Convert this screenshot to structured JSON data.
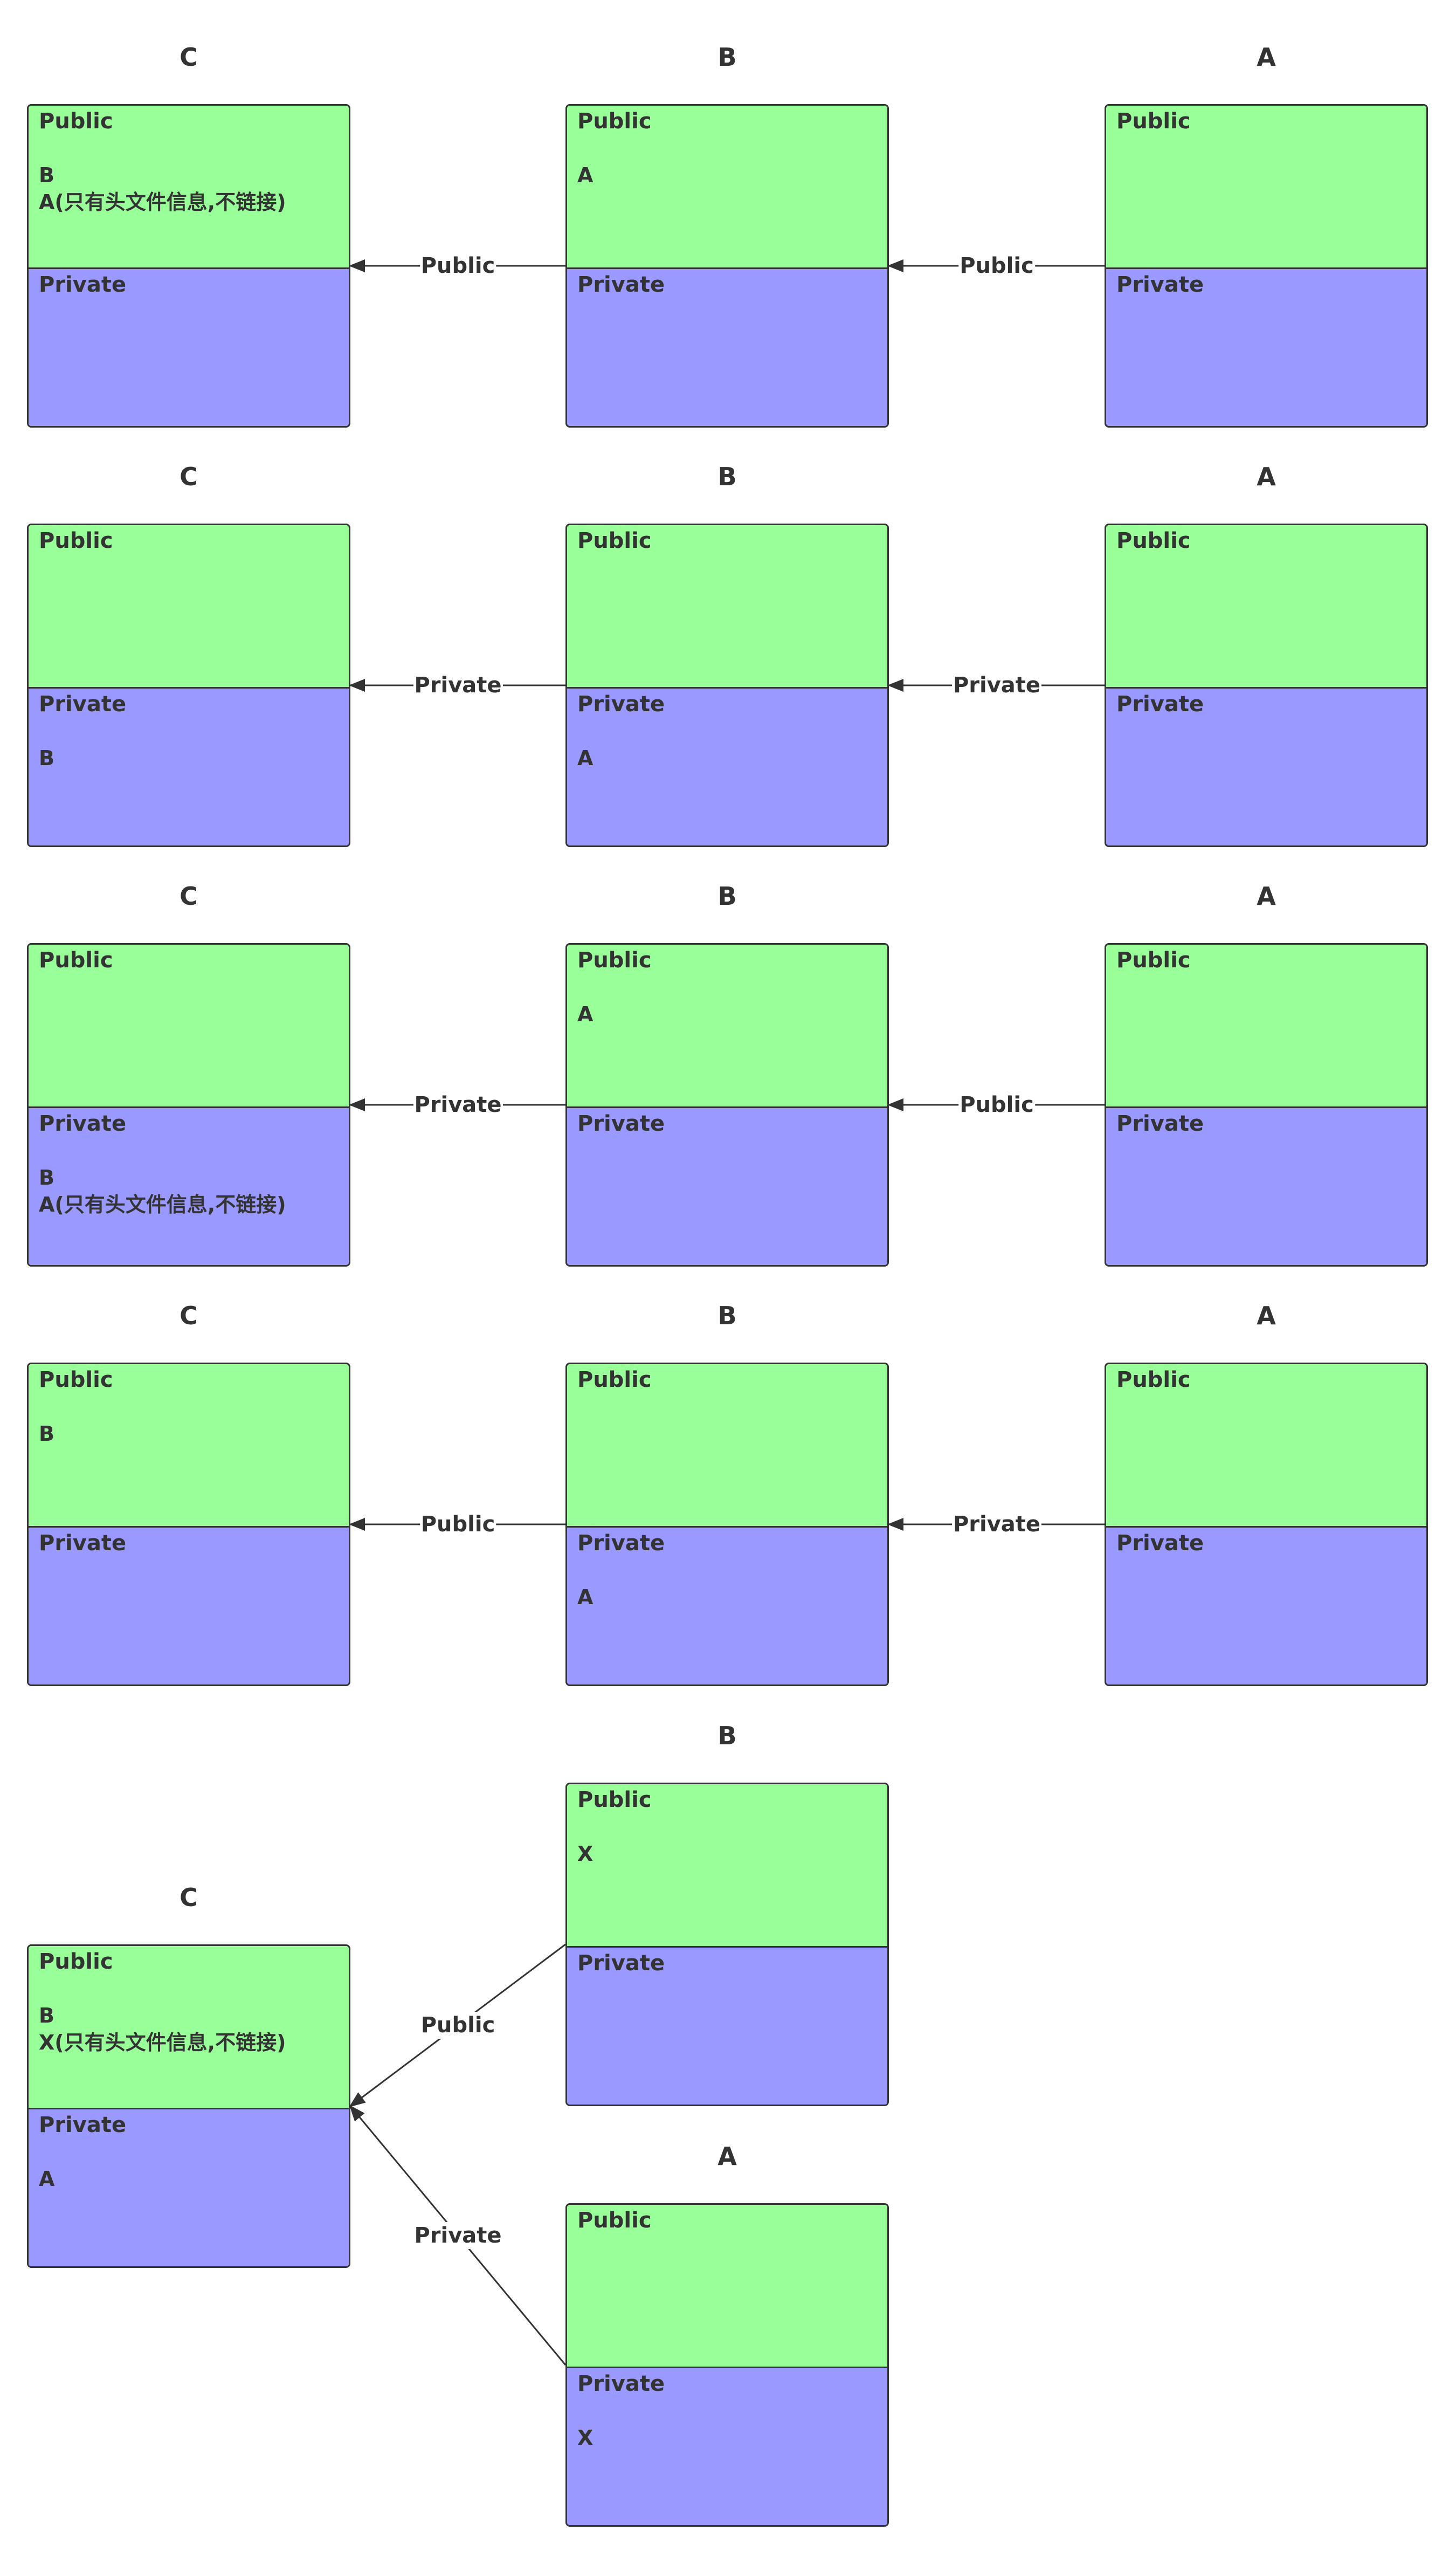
{
  "colors": {
    "public": "#99ff99",
    "private": "#9999ff",
    "stroke": "#333333",
    "background": "#ffffff"
  },
  "rows": [
    {
      "nodes": [
        {
          "title": "C",
          "public_label": "Public",
          "public_items": [
            "B",
            "A(只有头文件信息,不链接)"
          ],
          "private_label": "Private",
          "private_items": []
        },
        {
          "title": "B",
          "public_label": "Public",
          "public_items": [
            "A"
          ],
          "private_label": "Private",
          "private_items": []
        },
        {
          "title": "A",
          "public_label": "Public",
          "public_items": [],
          "private_label": "Private",
          "private_items": []
        }
      ],
      "edges": [
        {
          "from": "B",
          "to": "C",
          "label": "Public"
        },
        {
          "from": "A",
          "to": "B",
          "label": "Public"
        }
      ]
    },
    {
      "nodes": [
        {
          "title": "C",
          "public_label": "Public",
          "public_items": [],
          "private_label": "Private",
          "private_items": [
            "B"
          ]
        },
        {
          "title": "B",
          "public_label": "Public",
          "public_items": [],
          "private_label": "Private",
          "private_items": [
            "A"
          ]
        },
        {
          "title": "A",
          "public_label": "Public",
          "public_items": [],
          "private_label": "Private",
          "private_items": []
        }
      ],
      "edges": [
        {
          "from": "B",
          "to": "C",
          "label": "Private"
        },
        {
          "from": "A",
          "to": "B",
          "label": "Private"
        }
      ]
    },
    {
      "nodes": [
        {
          "title": "C",
          "public_label": "Public",
          "public_items": [],
          "private_label": "Private",
          "private_items": [
            "B",
            "A(只有头文件信息,不链接)"
          ]
        },
        {
          "title": "B",
          "public_label": "Public",
          "public_items": [
            "A"
          ],
          "private_label": "Private",
          "private_items": []
        },
        {
          "title": "A",
          "public_label": "Public",
          "public_items": [],
          "private_label": "Private",
          "private_items": []
        }
      ],
      "edges": [
        {
          "from": "B",
          "to": "C",
          "label": "Private"
        },
        {
          "from": "A",
          "to": "B",
          "label": "Public"
        }
      ]
    },
    {
      "nodes": [
        {
          "title": "C",
          "public_label": "Public",
          "public_items": [
            "B"
          ],
          "private_label": "Private",
          "private_items": []
        },
        {
          "title": "B",
          "public_label": "Public",
          "public_items": [],
          "private_label": "Private",
          "private_items": [
            "A"
          ]
        },
        {
          "title": "A",
          "public_label": "Public",
          "public_items": [],
          "private_label": "Private",
          "private_items": []
        }
      ],
      "edges": [
        {
          "from": "B",
          "to": "C",
          "label": "Public"
        },
        {
          "from": "A",
          "to": "B",
          "label": "Private"
        }
      ]
    }
  ],
  "final": {
    "nodes": [
      {
        "title": "C",
        "public_label": "Public",
        "public_items": [
          "B",
          "X(只有头文件信息,不链接)"
        ],
        "private_label": "Private",
        "private_items": [
          "A"
        ]
      },
      {
        "title": "B",
        "public_label": "Public",
        "public_items": [
          "X"
        ],
        "private_label": "Private",
        "private_items": []
      },
      {
        "title": "A",
        "public_label": "Public",
        "public_items": [],
        "private_label": "Private",
        "private_items": [
          "X"
        ]
      }
    ],
    "edges": [
      {
        "from": "B",
        "to": "C",
        "label": "Public"
      },
      {
        "from": "A",
        "to": "C",
        "label": "Private"
      }
    ]
  }
}
